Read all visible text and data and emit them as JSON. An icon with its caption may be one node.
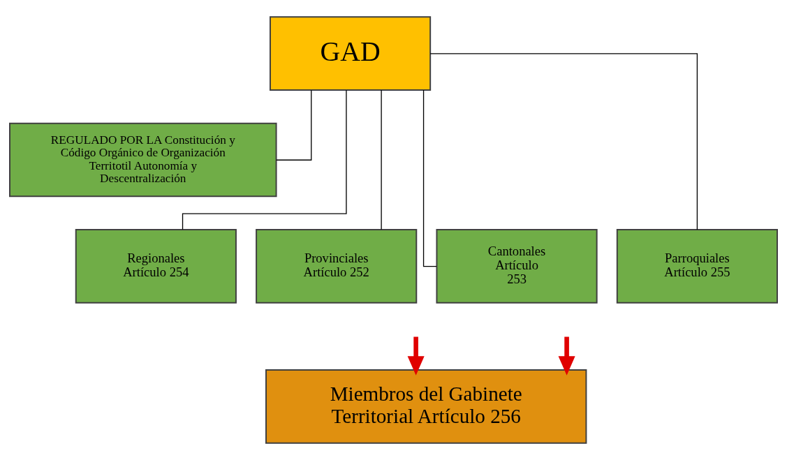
{
  "diagram": {
    "nodes": [
      {
        "text": [
          "GAD"
        ]
      },
      {
        "text": [
          "REGULADO POR LA Constitución y Código Orgánico de Organización Territotil Autonomía y Descentralización"
        ]
      },
      {
        "text": [
          "Regionales Artículo 254"
        ]
      },
      {
        "text": [
          "Provinciales Artículo 252"
        ]
      },
      {
        "text": [
          "Cantonales Artículo 253"
        ]
      },
      {
        "text": [
          "Parroquiales Artículo 255"
        ]
      },
      {
        "text": [
          "Miembros del Gabinete Territorial Artículo 256"
        ]
      }
    ],
    "edges": [
      {
        "from": 0,
        "to": 1,
        "arrow": "none"
      },
      {
        "from": 0,
        "to": 2,
        "arrow": "none"
      },
      {
        "from": 0,
        "to": 3,
        "arrow": "none"
      },
      {
        "from": 0,
        "to": 4,
        "arrow": "none"
      },
      {
        "from": 0,
        "to": 5,
        "arrow": "none"
      },
      {
        "from": null,
        "to": 6,
        "arrow": "to",
        "style": "thick",
        "color": "#e00000"
      },
      {
        "from": null,
        "to": 6,
        "arrow": "to",
        "style": "thick",
        "color": "#e00000"
      }
    ]
  }
}
